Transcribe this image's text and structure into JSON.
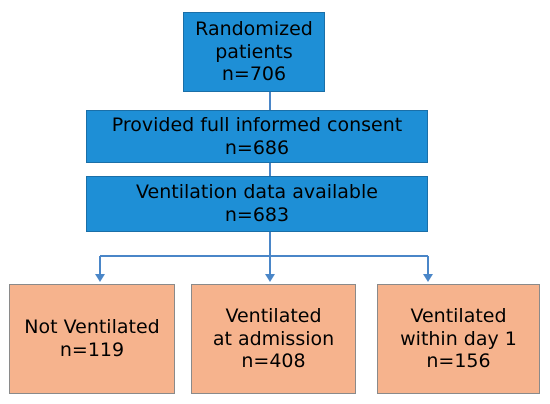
{
  "colors": {
    "process_fill": "#1e8fd6",
    "outcome_fill": "#f6b38d",
    "connector": "#4a86c8"
  },
  "nodes": {
    "randomized": {
      "line1": "Randomized",
      "line2": "patients",
      "count": "n=706"
    },
    "consent": {
      "line1": "Provided full informed consent",
      "count": "n=686"
    },
    "ventilation_data": {
      "line1": "Ventilation data available",
      "count": "n=683"
    },
    "not_ventilated": {
      "line1": "Not Ventilated",
      "count": "n=119"
    },
    "ventilated_admission": {
      "line1": "Ventilated",
      "line2": "at admission",
      "count": "n=408"
    },
    "ventilated_day1": {
      "line1": "Ventilated",
      "line2": "within day 1",
      "count": "n=156"
    }
  }
}
